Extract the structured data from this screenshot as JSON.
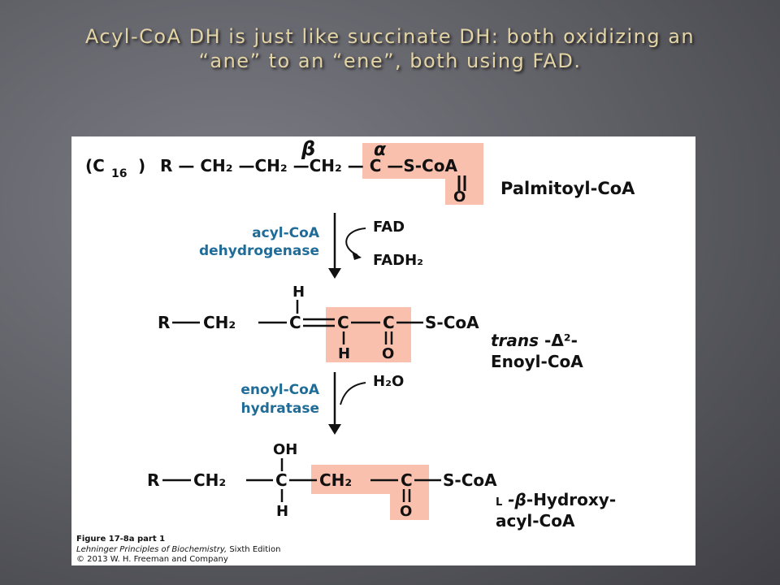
{
  "slide": {
    "title_line1": "Acyl-CoA DH is just like succinate DH:  both oxidizing an",
    "title_line2": "“ane” to an “ene”, both using FAD."
  },
  "figure": {
    "r1": {
      "c16": "(C",
      "c16_sub": "16",
      "c16_close": ")",
      "chain": "R — CH₂ —CH₂ —CH₂ — C —S-CoA",
      "beta": "β",
      "alpha": "α",
      "o": "O",
      "name": "Palmitoyl-CoA"
    },
    "step1": {
      "enzyme_line1": "acyl-CoA",
      "enzyme_line2": "dehydrogenase",
      "fad": "FAD",
      "fadh2": "FADH₂"
    },
    "r2": {
      "h_top": "H",
      "r": "R",
      "ch2": "CH₂",
      "c1": "C",
      "c2": "C",
      "c3": "C",
      "scoa": "S-CoA",
      "h_bottom": "H",
      "o": "O",
      "name1_italic": "trans",
      "name1_rest": " -Δ²-",
      "name2": "Enoyl-CoA"
    },
    "step2": {
      "enzyme_line1": "enoyl-CoA",
      "enzyme_line2": "hydratase",
      "water": "H₂O"
    },
    "r3": {
      "oh": "OH",
      "r": "R",
      "ch2_a": "CH₂",
      "c1": "C",
      "ch2_b": "CH₂",
      "c2": "C",
      "scoa": "S-CoA",
      "h": "H",
      "o": "O",
      "name1_prefix": "L",
      "name1_beta": " -β",
      "name1_rest": "-Hydroxy-",
      "name2": "acyl-CoA"
    },
    "caption": {
      "line1": "Figure 17-8a part 1",
      "line2_italic": "Lehninger Principles of Biochemistry,",
      "line2_rest": " Sixth Edition",
      "line3": "© 2013 W. H. Freeman and Company"
    }
  },
  "colors": {
    "highlight": "#f8c0ad",
    "enzyme_blue": "#1f6c99",
    "title_gold": "#e3d4a6"
  }
}
